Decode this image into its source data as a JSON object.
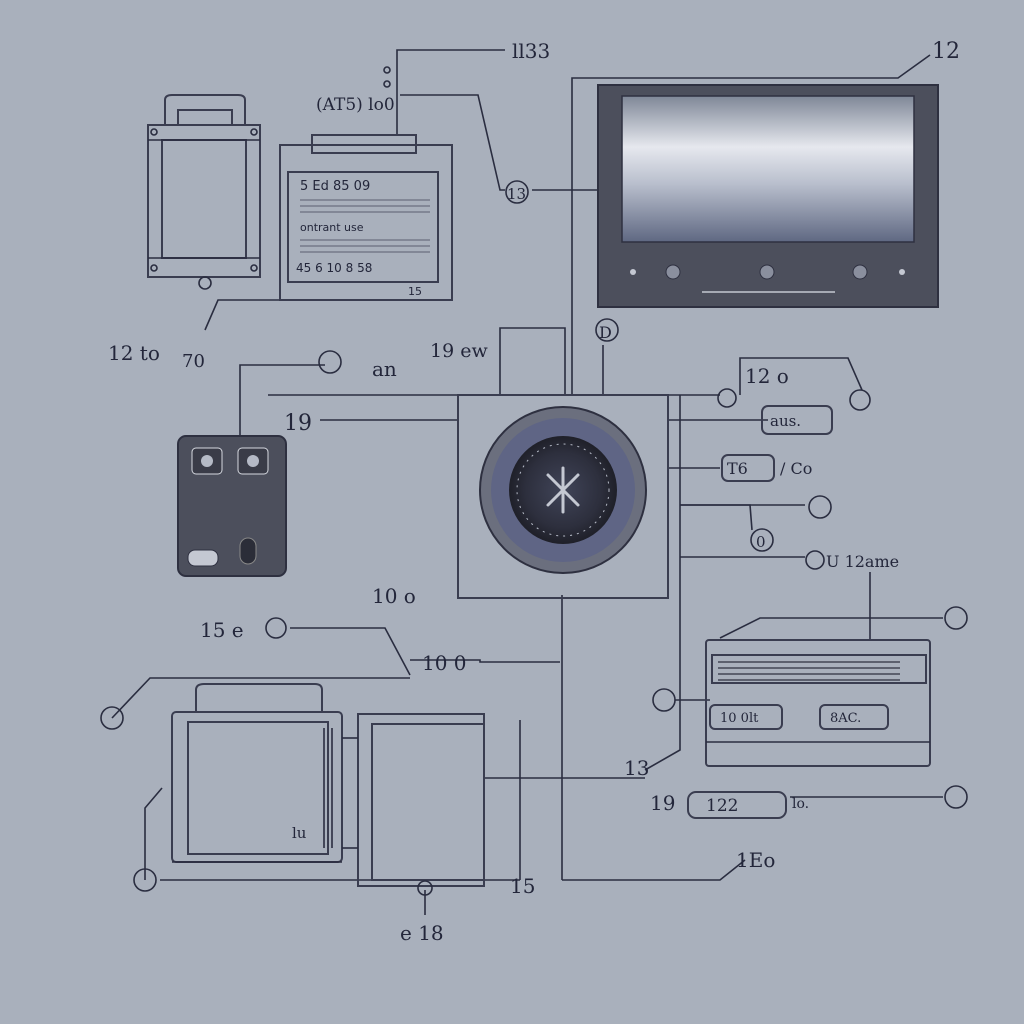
{
  "colors": {
    "background": "#a9b0bc",
    "line": "#2a2d40",
    "device_dark": "#4c4f5c",
    "screen_light": "#e6e8ee",
    "screen_dark": "#6f7890"
  },
  "labels": {
    "top_callout": "ll33",
    "top_right": "12",
    "upper_left_tag": "(AT5) lo0",
    "circle_upper_mid": "13",
    "left_a": "12 to",
    "left_b": "70",
    "c_an": "an",
    "mid_19": "19 ew",
    "circle_mid": "D",
    "left_19": "19",
    "r_12": "12 o",
    "r_box_1": "aus.",
    "r_box_2": "T6",
    "r_box_2_suffix": "/ Co",
    "r_d": "0",
    "r_umz": "U 12ame",
    "lower_mid": "10 o",
    "left_15": "15 e",
    "lower_center": "10 0",
    "r_panel_a": "10 0lt",
    "r_panel_b": "8AC.",
    "bottom_13": "13",
    "bottom_left_19": "19",
    "bottom_box": "122",
    "bottom_suffix": "lo.",
    "bottom_mid": "1Eo",
    "bottom_15": "15",
    "bottom_tag": "e 18",
    "box_tag": "lu"
  },
  "printer_label": {
    "line1": "5 Ed 85 09",
    "line2": "ontrant use",
    "line3": "45 6 10 8 58",
    "footer": "15"
  },
  "icons": [
    "carry-case-icon",
    "printer-icon",
    "monitor-icon",
    "speaker-icon",
    "power-adapter-icon",
    "storage-case-icon",
    "module-box-icon",
    "network-device-icon"
  ]
}
